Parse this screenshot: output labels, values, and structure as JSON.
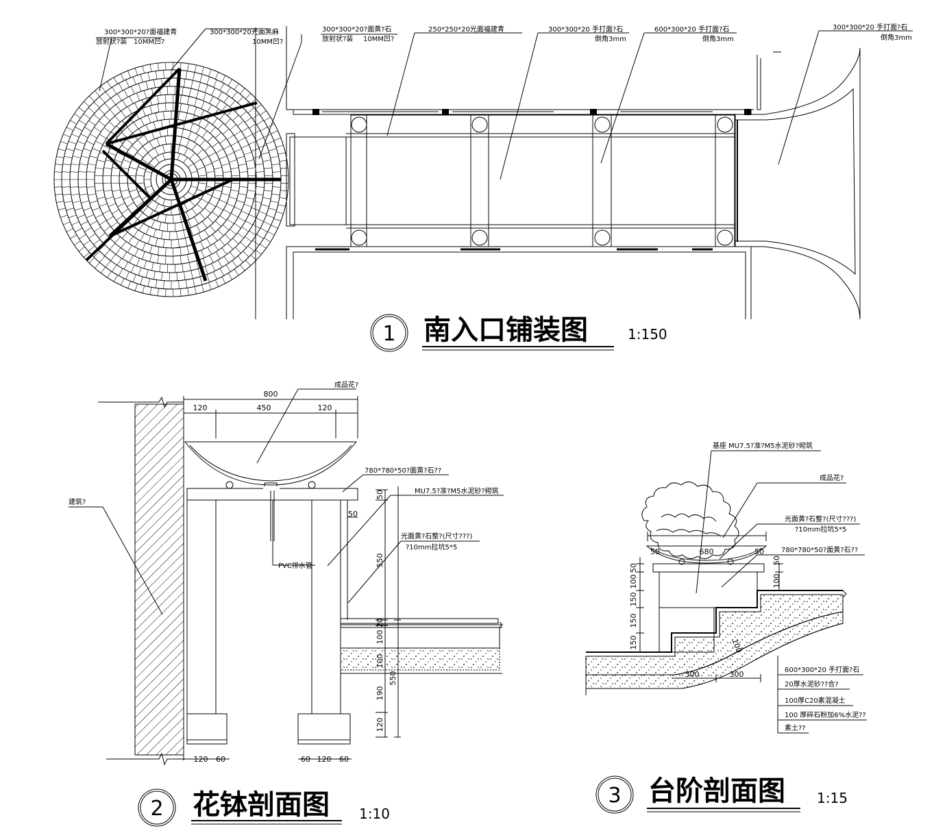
{
  "plan": {
    "labels": [
      "300*300*20?面福建青",
      "放射状?装",
      "10MM凹?",
      "300*300*20光面黑麻",
      "10MM凹?",
      "300*300*20?面黄?石",
      "放射状?装",
      "10MM凹?",
      "250*250*20光面福建青",
      "300*300*20 手打面?石",
      "倒角3mm",
      "600*300*20 手打面?石",
      "倒角3mm",
      "300*300*20 手打面?石",
      "倒角3mm"
    ],
    "title": "南入口铺装图",
    "number": "1",
    "scale": "1:150"
  },
  "pot": {
    "dims_top": [
      "800",
      "120",
      "450",
      "120"
    ],
    "dims_bottom": [
      "120",
      "60",
      "60",
      "120",
      "60"
    ],
    "dims_right": [
      "50",
      "50",
      "550",
      "20",
      "100",
      "100",
      "550",
      "190",
      "120"
    ],
    "labels": [
      "成品花?",
      "780*780*50?面黄?石??",
      "MU7.5?准?M5水泥砂?砌筑",
      "光面黄?石整?(尺寸???)",
      "?10mm拉坑5*5",
      "PVC排水管",
      "建筑?"
    ],
    "title": "花钵剖面图",
    "number": "2",
    "scale": "1:10"
  },
  "step": {
    "labels": [
      "基座 MU7.5?准?M5水泥砂?砌筑",
      "成品花?",
      "光面黄?石整?(尺寸???)",
      "?10mm拉坑5*5",
      "780*780*50?面黄?石??",
      "600*300*20 手打面?石",
      "20厚水泥砂??合?",
      "100厚C20素混凝土",
      "100 厚碎石粉加6%水泥??",
      "素土??"
    ],
    "dims_top": [
      "50",
      "680",
      "50"
    ],
    "dims_left": [
      "50",
      "100",
      "150",
      "150",
      "150"
    ],
    "dims_right": [
      "50",
      "100"
    ],
    "dims_bottom": [
      "300",
      "300"
    ],
    "slope_dim": "100",
    "title": "台阶剖面图",
    "number": "3",
    "scale": "1:15"
  }
}
